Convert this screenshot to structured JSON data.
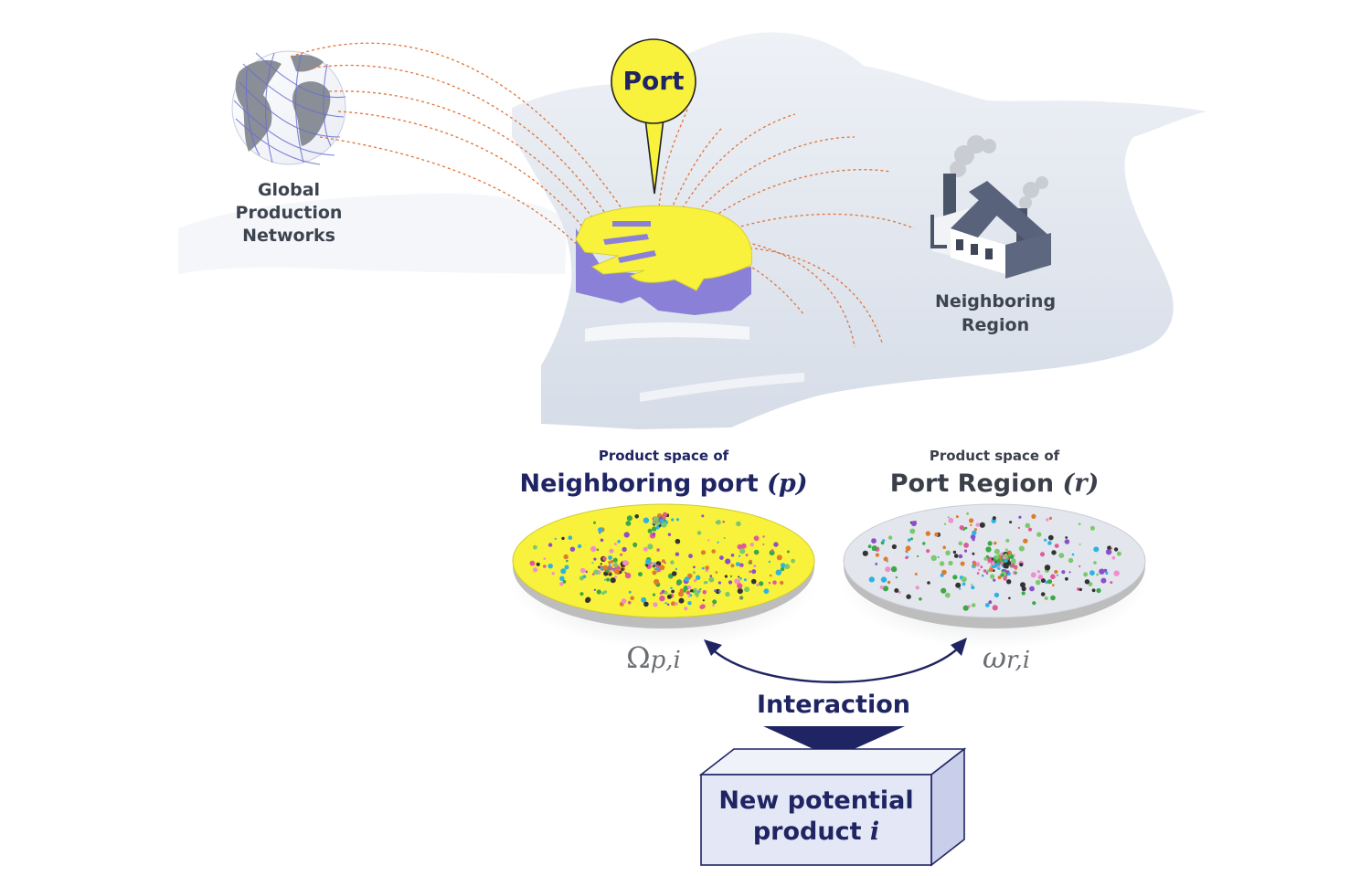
{
  "nodes": {
    "global": {
      "line1": "Global",
      "line2": "Production",
      "line3": "Networks"
    },
    "port": {
      "label": "Port"
    },
    "neighboring_region": {
      "line1": "Neighboring",
      "line2": "Region"
    },
    "neighboring_port_space": {
      "caption": "Product space of",
      "title": "Neighboring port",
      "symbol": "(p)"
    },
    "port_region_space": {
      "caption": "Product space of",
      "title": "Port Region",
      "symbol": "(r)"
    },
    "omega_p": {
      "base": "Ω",
      "sub": "p,i"
    },
    "omega_r": {
      "base": "ω",
      "sub": "r,i"
    },
    "interaction": {
      "label": "Interaction"
    },
    "new_product": {
      "line1": "New potential",
      "line2": "product",
      "symbol": "i"
    }
  },
  "colors": {
    "port_yellow": "#f8f23c",
    "port_purple": "#8b80d8",
    "navy": "#1f2463",
    "land": "#dfe5ee",
    "route_orange": "#e0743a",
    "box_face": "#e4e8f6"
  }
}
